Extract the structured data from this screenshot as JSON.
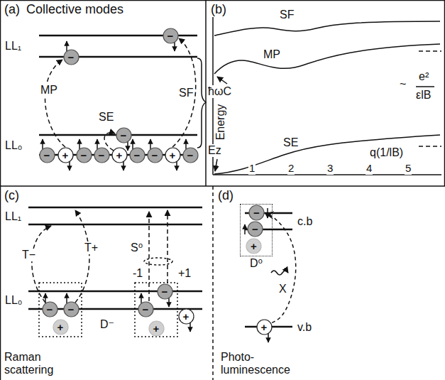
{
  "diagram": {
    "nodes": [
      {
        "text": [
          "−"
        ]
      },
      {
        "text": [
          "−"
        ]
      },
      {
        "text": [
          "−"
        ]
      },
      {
        "text": [
          "−"
        ]
      },
      {
        "text": [
          "+"
        ]
      },
      {
        "text": [
          "−"
        ]
      },
      {
        "text": [
          "−"
        ]
      },
      {
        "text": [
          "+"
        ]
      },
      {
        "text": [
          "−"
        ]
      },
      {
        "text": [
          "−"
        ]
      },
      {
        "text": [
          "+"
        ]
      },
      {
        "text": [
          "−"
        ]
      },
      {
        "text": [
          "−"
        ]
      },
      {
        "text": [
          "−"
        ]
      },
      {
        "text": [
          "+"
        ]
      },
      {
        "text": [
          "−"
        ]
      },
      {
        "text": [
          "−"
        ]
      },
      {
        "text": [
          "+"
        ]
      },
      {
        "text": [
          "+"
        ]
      },
      {
        "text": [
          "D⁰"
        ]
      },
      {
        "text": [
          "−"
        ],
        "in": 19
      },
      {
        "text": [
          "−"
        ],
        "in": 19
      },
      {
        "text": [
          "+"
        ],
        "in": 19
      },
      {
        "text": [
          "+"
        ]
      }
    ],
    "edges": [
      {
        "from": 23,
        "to": 20,
        "arrow": "to",
        "label": "X"
      }
    ],
    "labels": [
      "(a)",
      "Collective modes",
      "LL₁",
      "LL₀",
      "MP",
      "SF",
      "SE",
      "ħωC",
      "Ez",
      "(b)",
      "SF",
      "MP",
      "Energy",
      "SE",
      "~",
      "e²",
      "εlB",
      "q(1/lB)",
      "1",
      "2",
      "3",
      "4",
      "5",
      "(c)",
      "LL₁",
      "LL₀",
      "T−",
      "T+",
      "S⁰",
      "-1",
      "+1",
      "D⁻",
      "Raman scattering",
      "(d)",
      "c.b",
      "v.b",
      "Photo- luminescence"
    ]
  }
}
